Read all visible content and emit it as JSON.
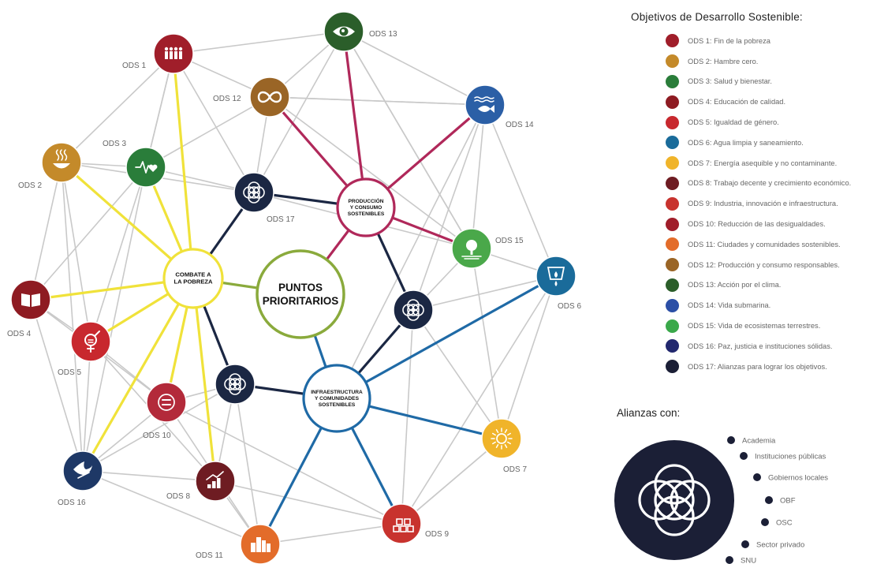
{
  "diagram": {
    "center": {
      "line1": "PUNTOS",
      "line2": "PRIORITARIOS",
      "color": "#8aaa3c"
    },
    "hubs": [
      {
        "id": "pobreza",
        "line1": "COMBATE A",
        "line2": "LA POBREZA",
        "color": "#f0e23a"
      },
      {
        "id": "produccion",
        "line1": "PRODUCCIÓN",
        "line2": "Y CONSUMO",
        "line3": "SOSTENIBLES",
        "color": "#b0285a"
      },
      {
        "id": "infra",
        "line1": "INFRAESTRUCTURA",
        "line2": "Y COMUNIDADES",
        "line3": "SOSTENIBLES",
        "color": "#1f6aa6"
      }
    ],
    "nodes": [
      {
        "id": "ods1",
        "label": "ODS 1",
        "color": "#a01e2a",
        "icon": "family-icon"
      },
      {
        "id": "ods2",
        "label": "ODS 2",
        "color": "#c48a2a",
        "icon": "bowl-icon"
      },
      {
        "id": "ods3",
        "label": "ODS 3",
        "color": "#2a7d3a",
        "icon": "heartbeat-icon"
      },
      {
        "id": "ods4",
        "label": "ODS 4",
        "color": "#8e1b22",
        "icon": "book-icon"
      },
      {
        "id": "ods5",
        "label": "ODS 5",
        "color": "#c8282e",
        "icon": "gender-icon"
      },
      {
        "id": "ods6",
        "label": "ODS 6",
        "color": "#1a6b9a",
        "icon": "water-drop-icon"
      },
      {
        "id": "ods7",
        "label": "ODS 7",
        "color": "#f0b42a",
        "icon": "sun-icon"
      },
      {
        "id": "ods8",
        "label": "ODS 8",
        "color": "#6e1c22",
        "icon": "growth-chart-icon"
      },
      {
        "id": "ods9",
        "label": "ODS 9",
        "color": "#c8332e",
        "icon": "cubes-icon"
      },
      {
        "id": "ods10",
        "label": "ODS 10",
        "color": "#b32a3a",
        "icon": "equal-icon"
      },
      {
        "id": "ods11",
        "label": "ODS 11",
        "color": "#e36c2a",
        "icon": "buildings-icon"
      },
      {
        "id": "ods12",
        "label": "ODS 12",
        "color": "#9a6526",
        "icon": "infinity-icon"
      },
      {
        "id": "ods13",
        "label": "ODS 13",
        "color": "#2b5e2a",
        "icon": "eye-globe-icon"
      },
      {
        "id": "ods14",
        "label": "ODS 14",
        "color": "#2b5fa6",
        "icon": "fish-icon"
      },
      {
        "id": "ods15",
        "label": "ODS 15",
        "color": "#4aa84a",
        "icon": "tree-icon"
      },
      {
        "id": "ods16",
        "label": "ODS 16",
        "color": "#1e3866",
        "icon": "dove-icon"
      },
      {
        "id": "ods17a",
        "label": "ODS 17",
        "color": "#1b2743",
        "icon": "rings-icon"
      },
      {
        "id": "ods17b",
        "label": "",
        "color": "#1b2743",
        "icon": "rings-icon"
      },
      {
        "id": "ods17c",
        "label": "",
        "color": "#1b2743",
        "icon": "rings-icon"
      }
    ]
  },
  "legend": {
    "title": "Objetivos de Desarrollo Sostenible:",
    "items": [
      {
        "text": "ODS 1:  Fin de la pobreza",
        "color": "#a01e2a"
      },
      {
        "text": "ODS 2:  Hambre cero.",
        "color": "#c48a2a"
      },
      {
        "text": "ODS 3:  Salud y bienestar.",
        "color": "#2a7d3a"
      },
      {
        "text": "ODS 4:  Educación de calidad.",
        "color": "#8e1b22"
      },
      {
        "text": "ODS 5:  Igualdad de género.",
        "color": "#c8282e"
      },
      {
        "text": "ODS 6:  Agua limpia y saneamiento.",
        "color": "#1a6b9a"
      },
      {
        "text": "ODS 7:  Energía asequible y no contaminante.",
        "color": "#f0b42a"
      },
      {
        "text": "ODS 8:  Trabajo decente y crecimiento económico.",
        "color": "#6e1c22"
      },
      {
        "text": "ODS 9:  Industria, innovación e infraestructura.",
        "color": "#c8332e"
      },
      {
        "text": "ODS 10:  Reducción de las desigualdades.",
        "color": "#a01e2a"
      },
      {
        "text": "ODS 11:  Ciudades y comunidades sostenibles.",
        "color": "#e36c2a"
      },
      {
        "text": "ODS 12:  Producción y consumo responsables.",
        "color": "#9a6526"
      },
      {
        "text": "ODS 13:  Acción por el clima.",
        "color": "#2b5e2a"
      },
      {
        "text": "ODS 14:  Vida submarina.",
        "color": "#2b4fa6"
      },
      {
        "text": "ODS 15:  Vida de ecosistemas terrestres.",
        "color": "#3aa84a"
      },
      {
        "text": "ODS 16:  Paz, justicia e instituciones sólidas.",
        "color": "#22286e"
      },
      {
        "text": "ODS 17:  Alianzas para lograr los objetivos.",
        "color": "#1b1f36"
      }
    ]
  },
  "alliances": {
    "title": "Alianzas con:",
    "items": [
      "Academia",
      "Instituciones públicas",
      "Gobiernos locales",
      "OBF",
      "OSC",
      "Sector privado",
      "SNU"
    ],
    "color": "#1b1f36"
  }
}
